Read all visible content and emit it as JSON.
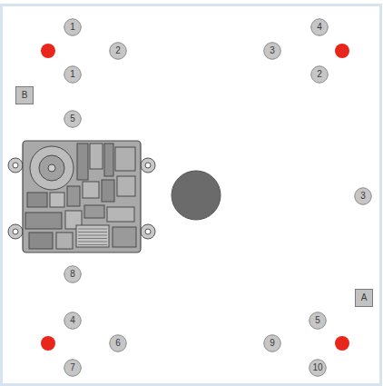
{
  "diagram": {
    "nodes": [
      {
        "text": [
          "1"
        ]
      },
      {
        "text": [
          "4"
        ]
      },
      {
        "text": [
          "2"
        ]
      },
      {
        "text": [
          "3"
        ]
      },
      {
        "text": [
          "1"
        ]
      },
      {
        "text": [
          "2"
        ]
      },
      {
        "text": [
          "B"
        ]
      },
      {
        "text": [
          "5"
        ]
      },
      {
        "text": [
          "3"
        ]
      },
      {
        "text": [
          "8"
        ]
      },
      {
        "text": [
          "A"
        ]
      },
      {
        "text": [
          "4"
        ]
      },
      {
        "text": [
          "5"
        ]
      },
      {
        "text": [
          "6"
        ]
      },
      {
        "text": [
          "9"
        ]
      },
      {
        "text": [
          "7"
        ]
      },
      {
        "text": [
          "10"
        ]
      }
    ]
  }
}
